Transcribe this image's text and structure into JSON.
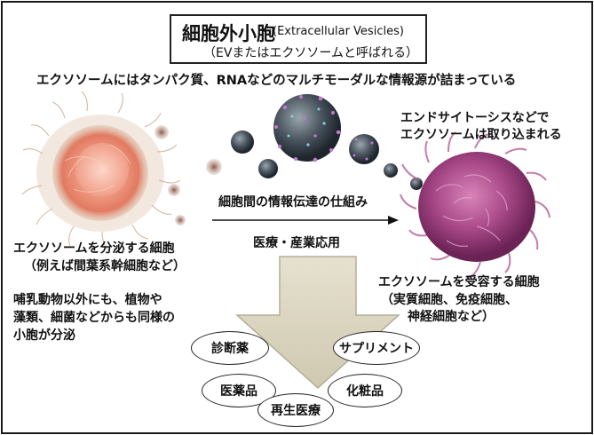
{
  "title": {
    "main": "細胞外小胞",
    "english": "(Extracellular Vesicles)",
    "sub": "（EVまたはエクソソームと呼ばれる）"
  },
  "headline": "エクソソームにはタンパク質、RNAなどのマルチモーダルな情報源が詰まっている",
  "uptake_note": [
    "エンドサイトーシスなどで",
    "エクソソームは取り込まれる"
  ],
  "mechanism_label": "細胞間の情報伝達の仕組み",
  "application_label": "医療・産業応用",
  "secreting_cell": {
    "label": "エクソソームを分泌する細胞",
    "example": "（例えば間葉系幹細胞など）"
  },
  "receiving_cell": {
    "label": "エクソソームを受容する細胞",
    "example_lines": [
      "（実質細胞、免疫細胞、",
      "神経細胞など）"
    ]
  },
  "other_sources": [
    "哺乳動物以外にも、植物や",
    "藻類、細菌などからも同様の",
    "小胞が分泌"
  ],
  "applications": [
    "診断薬",
    "サプリメント",
    "医薬品",
    "化粧品",
    "再生医療"
  ],
  "colors": {
    "big_arrow_fill": "#ddd8c4",
    "big_arrow_stroke": "#b3ad95",
    "secreting_cell": "#e8866e",
    "receiving_cell": "#9c3f7c",
    "vesicle": "#3c4650"
  }
}
